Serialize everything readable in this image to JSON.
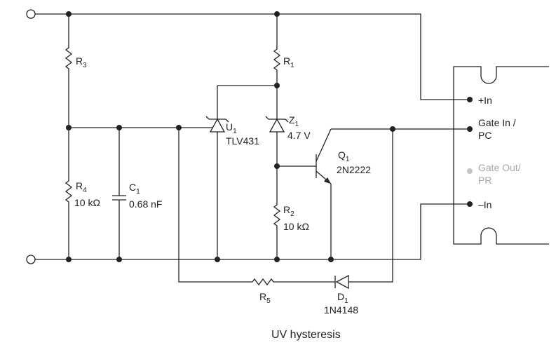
{
  "components": {
    "r3": {
      "name": "R",
      "sub": "3"
    },
    "r1": {
      "name": "R",
      "sub": "1"
    },
    "r4": {
      "name": "R",
      "sub": "4",
      "value": "10 kΩ"
    },
    "c1": {
      "name": "C",
      "sub": "1",
      "value": "0.68 nF"
    },
    "u1": {
      "name": "U",
      "sub": "1",
      "part": "TLV431"
    },
    "z1": {
      "name": "Z",
      "sub": "1",
      "value": "4.7 V"
    },
    "q1": {
      "name": "Q",
      "sub": "1",
      "part": "2N2222"
    },
    "r2": {
      "name": "R",
      "sub": "2",
      "value": "10 kΩ"
    },
    "r5": {
      "name": "R",
      "sub": "5"
    },
    "d1": {
      "name": "D",
      "sub": "1",
      "part": "1N4148"
    }
  },
  "module_pins": {
    "plus_in": "+In",
    "gate_in": [
      "Gate In /",
      "PC"
    ],
    "gate_out": [
      "Gate Out/",
      "PR"
    ],
    "minus_in": "–In"
  },
  "caption": "UV hysteresis",
  "colors": {
    "line": "#222222",
    "disabled": "#a8a8a8"
  }
}
